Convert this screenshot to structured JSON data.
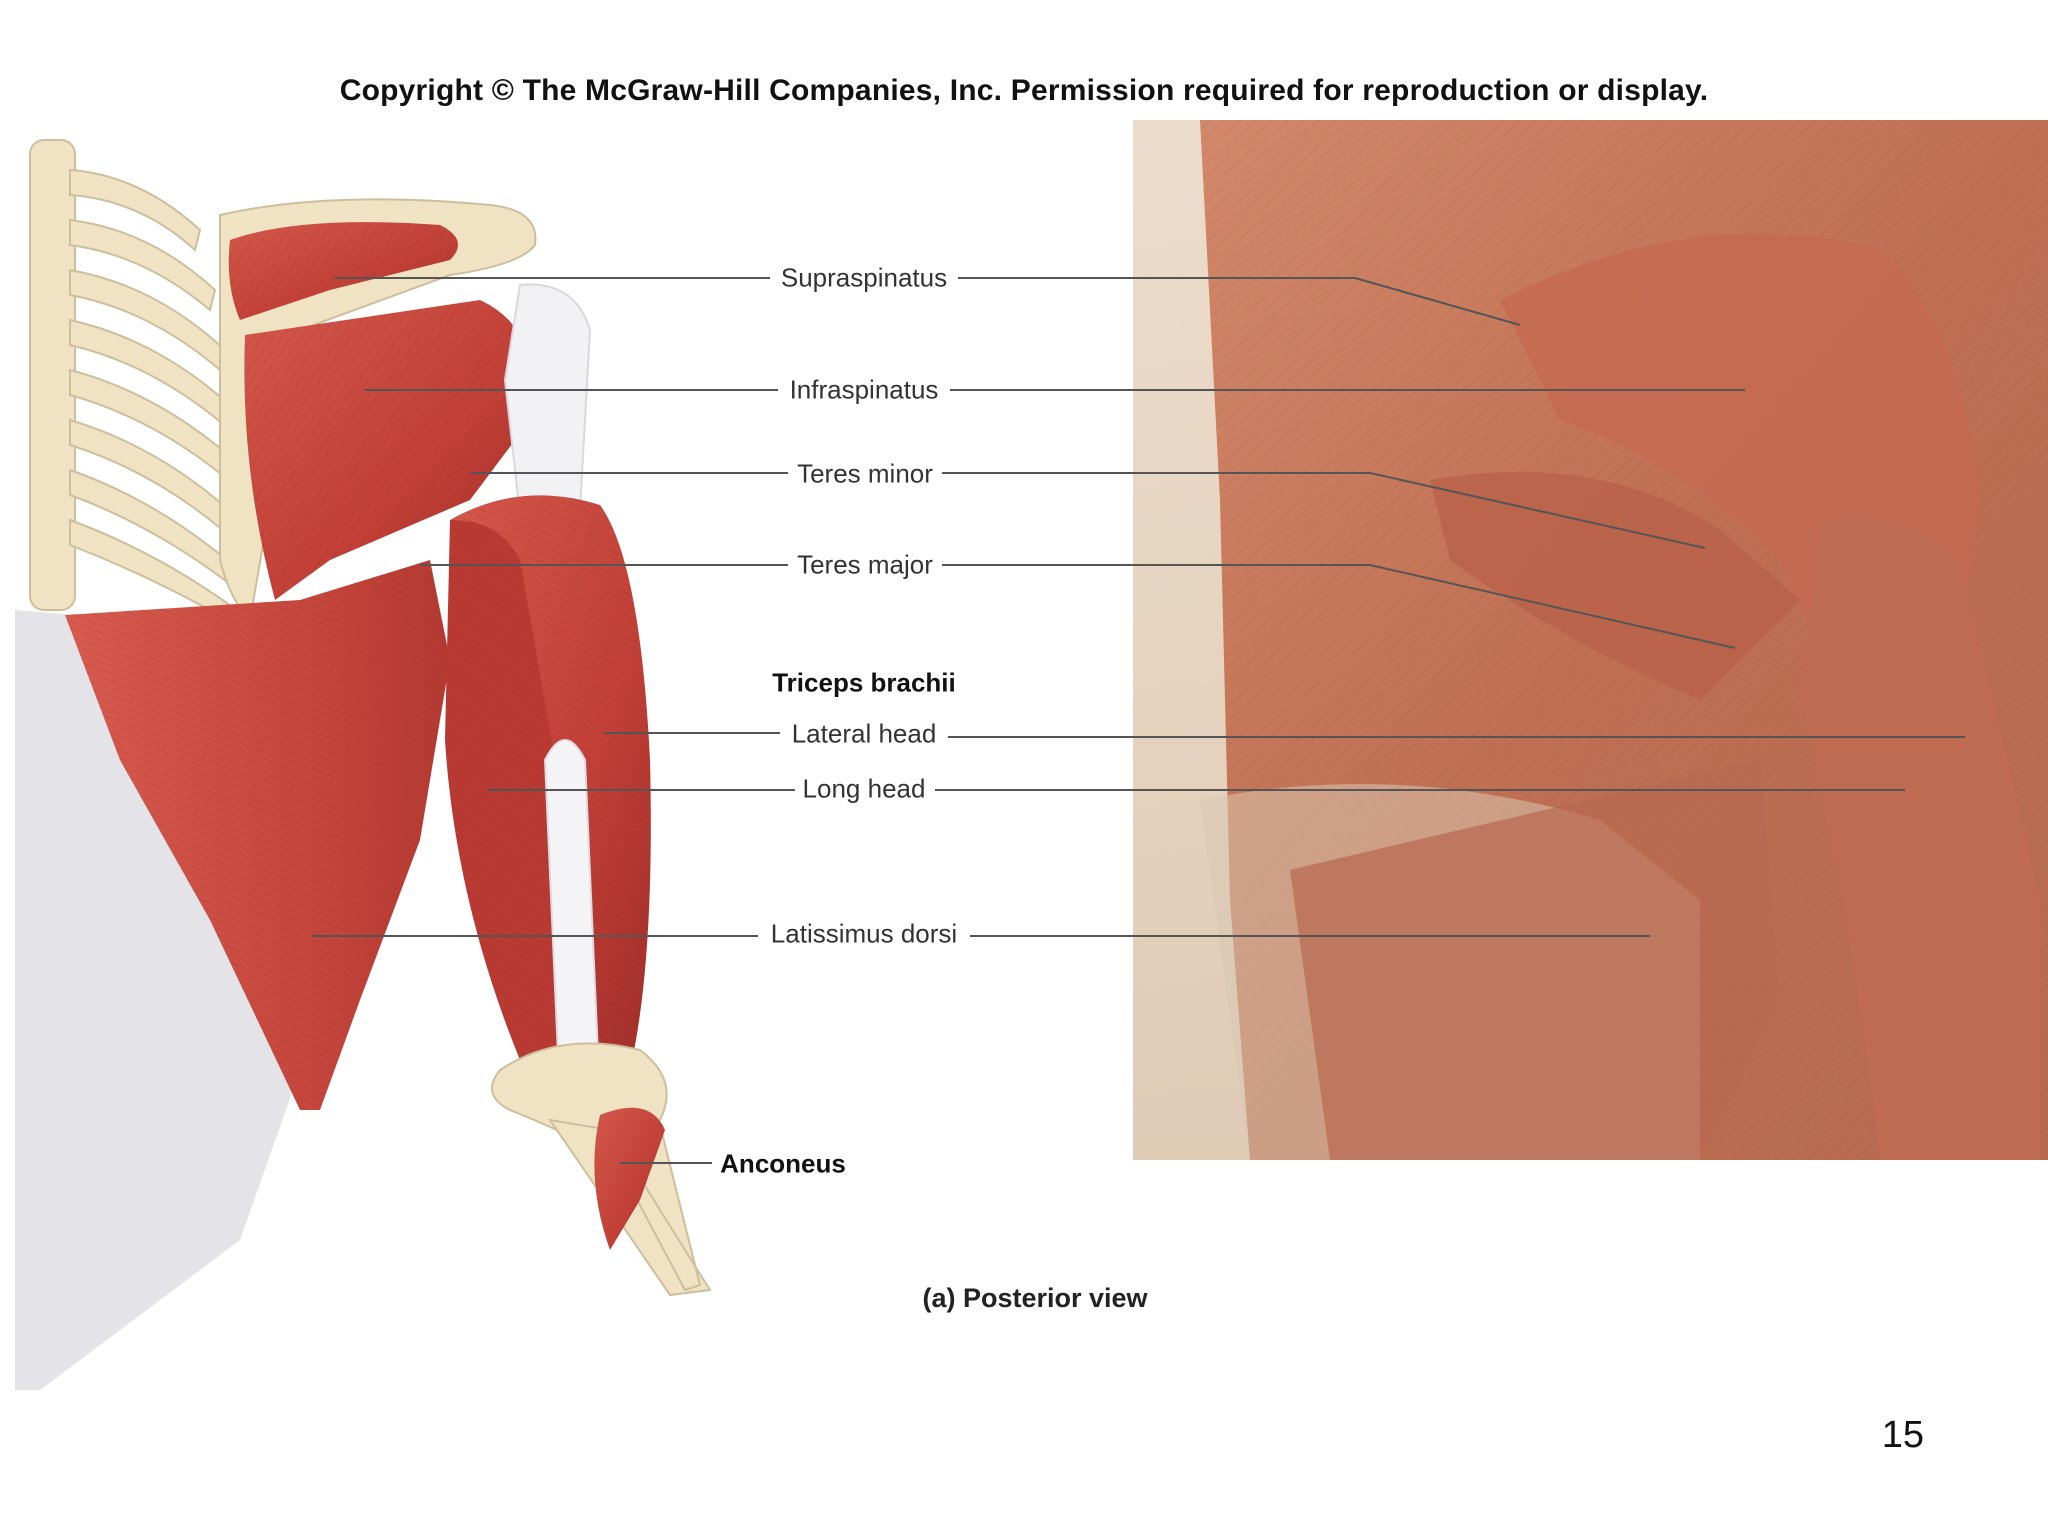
{
  "copyright": "Copyright © The McGraw-Hill Companies, Inc. Permission required for reproduction or display.",
  "labels": {
    "supraspinatus": "Supraspinatus",
    "infraspinatus": "Infraspinatus",
    "teres_minor": "Teres minor",
    "teres_major": "Teres major",
    "triceps_heading": "Triceps brachii",
    "lateral_head": "Lateral head",
    "long_head": "Long head",
    "latissimus_dorsi": "Latissimus dorsi",
    "anconeus": "Anconeus"
  },
  "caption": "(a) Posterior view",
  "page_number": "15",
  "colors": {
    "muscle": "#c8463c",
    "muscle_dark": "#a8302a",
    "bone": "#efe3c4",
    "tendon": "#f3f3f5",
    "cadaver": "#c77a5c",
    "fascia": "#e9e0cf",
    "leader_line": "#555555"
  }
}
